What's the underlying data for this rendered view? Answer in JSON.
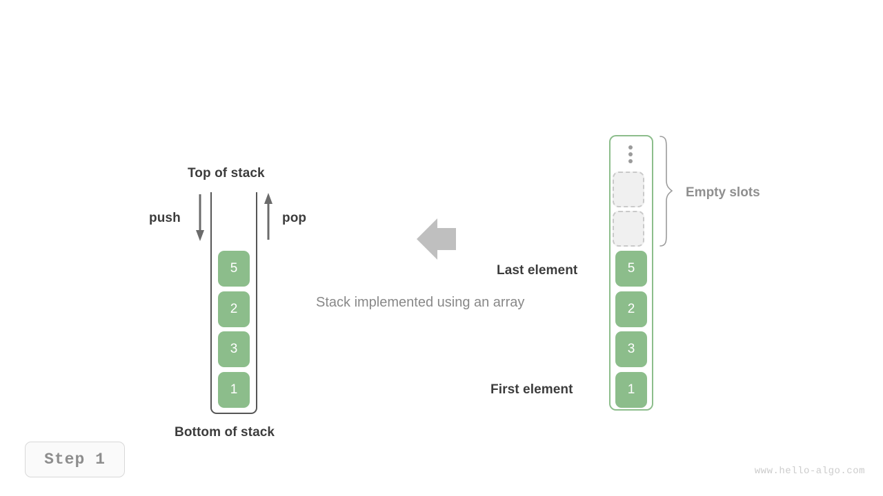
{
  "page": {
    "background": "#ffffff",
    "watermark": "www.hello-algo.com"
  },
  "step_badge": {
    "label": "Step 1"
  },
  "center": {
    "caption": "Stack implemented using an array",
    "arrow_icon": "arrow-left-icon",
    "arrow_direction": "left",
    "arrow_color": "#bfbfbf"
  },
  "left_stack": {
    "top_label": "Top of stack",
    "bottom_label": "Bottom of stack",
    "push_label": "push",
    "pop_label": "pop",
    "push_icon": "arrow-down-icon",
    "pop_icon": "arrow-up-icon",
    "container_border_color": "#555555",
    "cell_color": "#8cbd8b",
    "cells_top_to_bottom": [
      "5",
      "2",
      "3",
      "1"
    ]
  },
  "right_array": {
    "border_color": "#8cbd8b",
    "overflow_icon": "vertical-ellipsis-icon",
    "empty_slots_label": "Empty slots",
    "empty_slots_count": 2,
    "last_element_label": "Last element",
    "first_element_label": "First element",
    "brace_icon": "curly-brace-icon",
    "cells_top_to_bottom": [
      "5",
      "2",
      "3",
      "1"
    ]
  }
}
